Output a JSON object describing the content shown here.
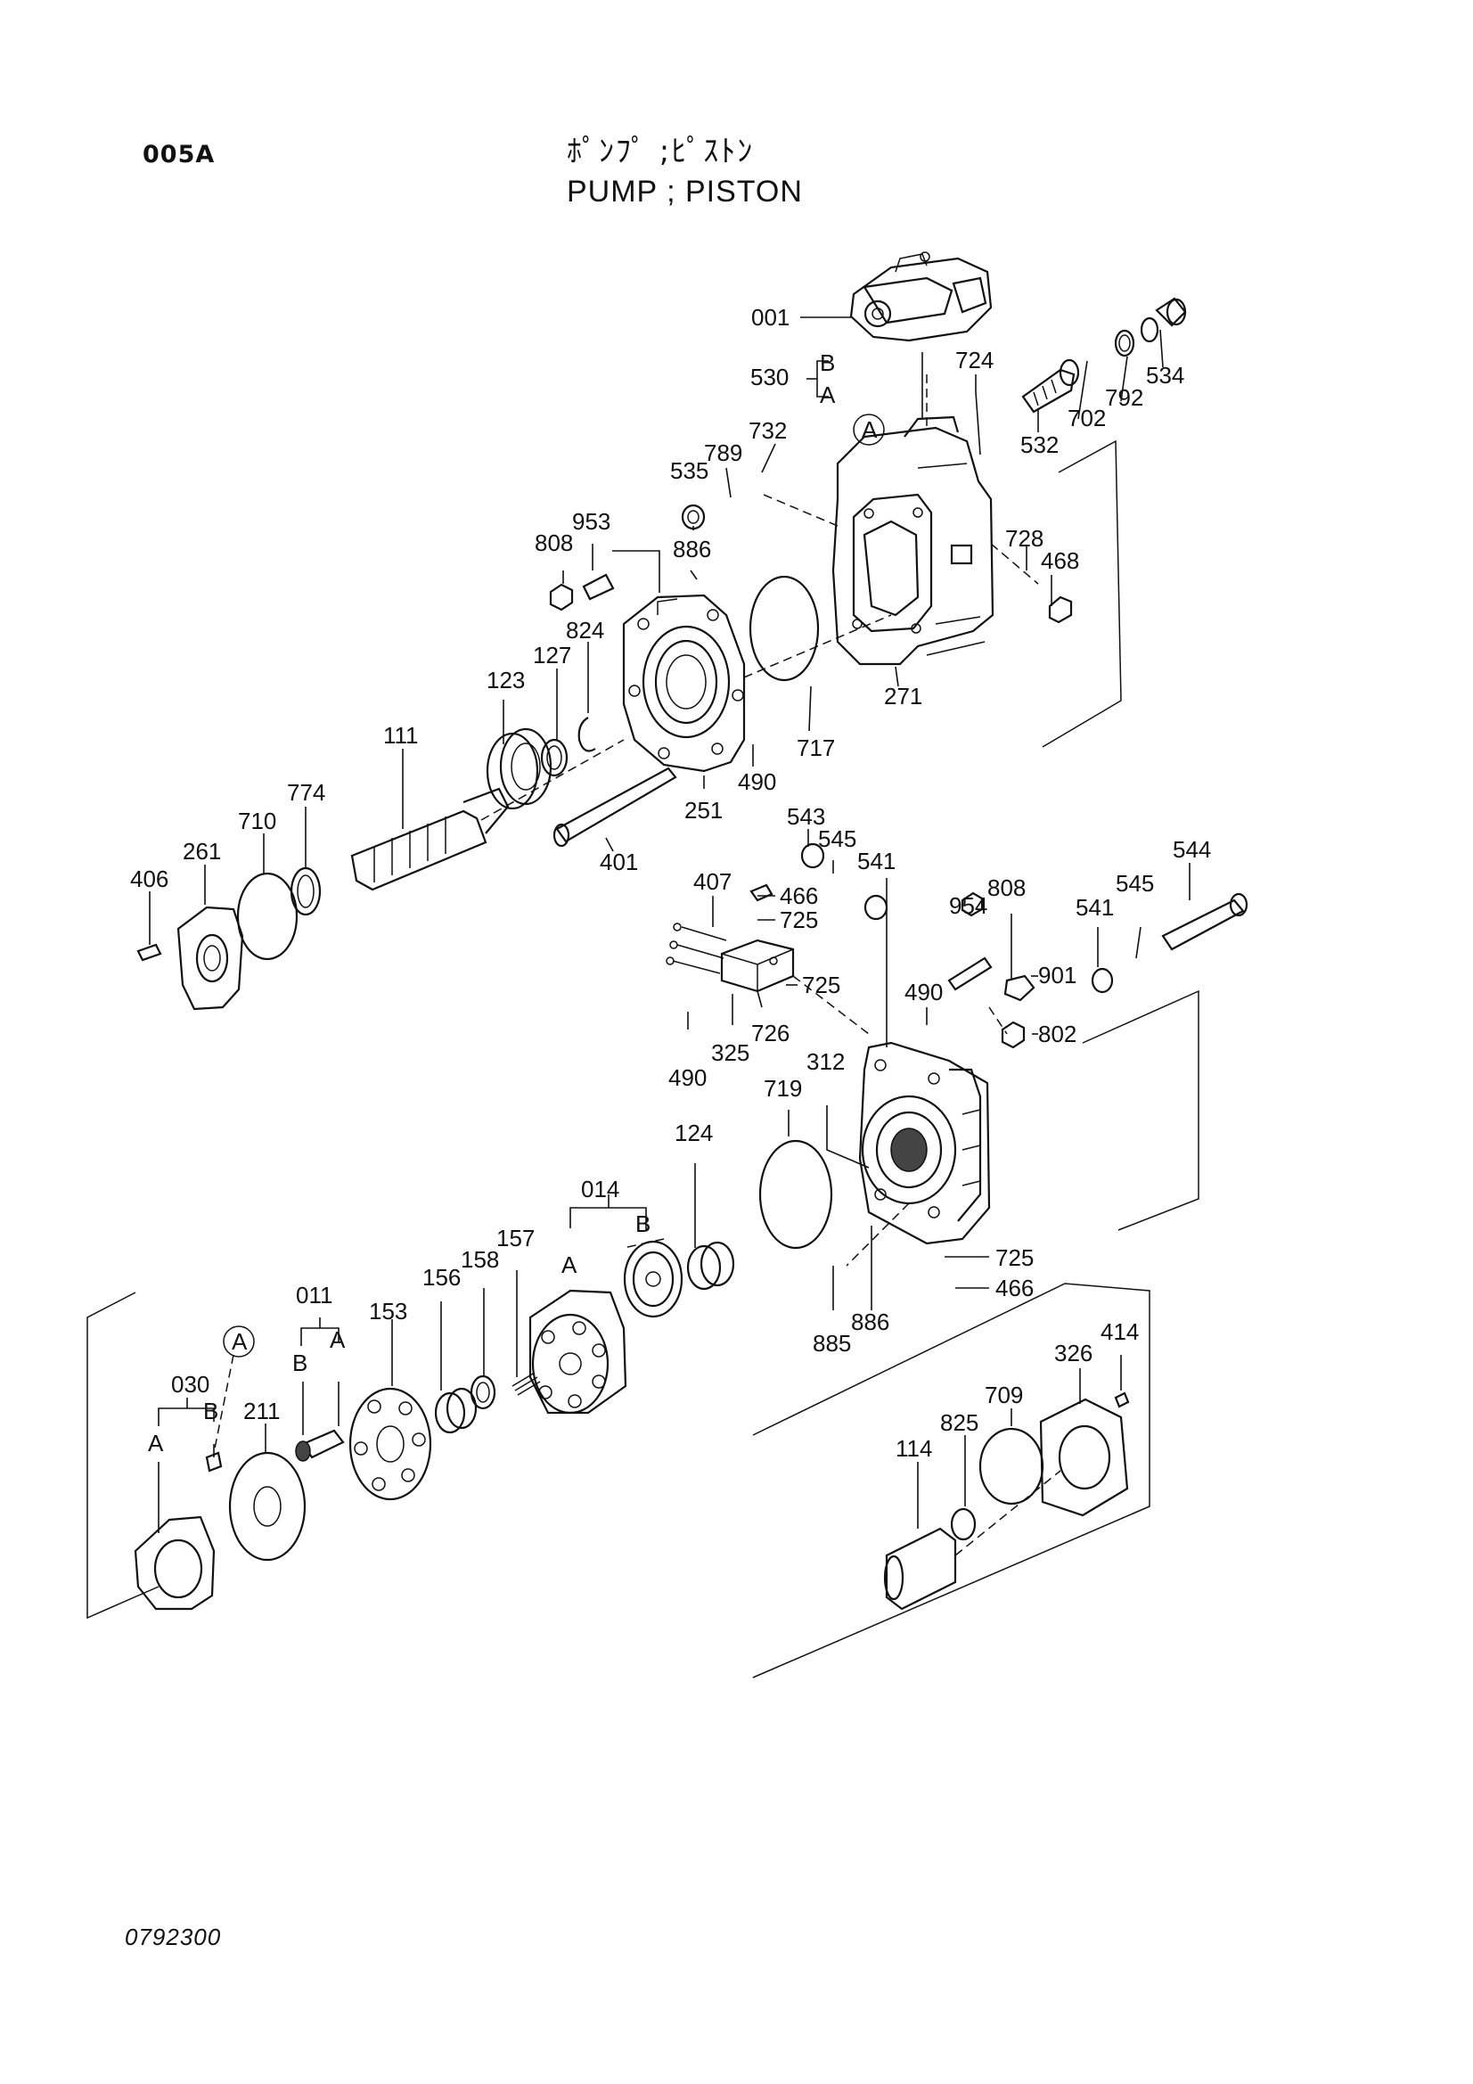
{
  "header": {
    "page_code": "005A",
    "title_jp": "ﾎﾟﾝﾌﾟ ;ﾋﾟｽﾄﾝ",
    "title_en": "PUMP ; PISTON"
  },
  "footer": {
    "drawing_number": "0792300"
  },
  "callouts": {
    "c001": "001",
    "c530": "530",
    "c530b": "B",
    "c530a": "A",
    "c724": "724",
    "c532": "532",
    "c702": "702",
    "c792": "792",
    "c534": "534",
    "cA1": "A",
    "c732": "732",
    "c789": "789",
    "c535": "535",
    "c808a": "808",
    "c953": "953",
    "c886a": "886",
    "c728": "728",
    "c468": "468",
    "c824": "824",
    "c127": "127",
    "c123": "123",
    "c111": "111",
    "c271": "271",
    "c717": "717",
    "c490a": "490",
    "c251": "251",
    "c401": "401",
    "c774": "774",
    "c710": "710",
    "c261": "261",
    "c406": "406",
    "c543": "543",
    "c545a": "545",
    "c541a": "541",
    "c544": "544",
    "c407": "407",
    "c466a": "466",
    "c725a": "725",
    "c808b": "808",
    "c954": "954",
    "c545b": "545",
    "c541b": "541",
    "c725b": "725",
    "c901": "901",
    "c490b": "490",
    "c726": "726",
    "c325": "325",
    "c802": "802",
    "c490c": "490",
    "c312": "312",
    "c719": "719",
    "c124": "124",
    "c014": "014",
    "c014a": "A",
    "c014b": "B",
    "c725c": "725",
    "c466b": "466",
    "c157": "157",
    "c158": "158",
    "c156": "156",
    "c153": "153",
    "c011": "011",
    "c011b": "B",
    "c011a": "A",
    "cA2": "A",
    "c030": "030",
    "c030b": "B",
    "c030a": "A",
    "c211": "211",
    "c885": "885",
    "c886b": "886",
    "c414": "414",
    "c326": "326",
    "c709": "709",
    "c825": "825",
    "c114": "114"
  }
}
